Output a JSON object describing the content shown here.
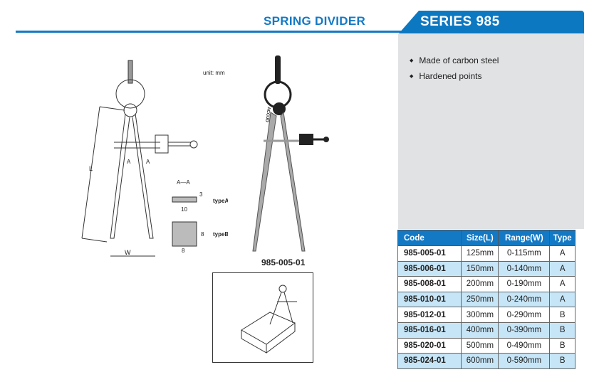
{
  "header": {
    "title": "SPRING DIVIDER",
    "series": "SERIES 985",
    "accent": "#1479c4"
  },
  "features": [
    "Made of carbon steel",
    "Hardened points"
  ],
  "drawing": {
    "unit": "unit: mm",
    "dim_L": "L",
    "dim_W": "W",
    "section_A": "A",
    "section_label": "A—A",
    "typeA": {
      "label": "typeA",
      "thickness": "3",
      "width": "10"
    },
    "typeB": {
      "label": "typeB",
      "height": "8",
      "width": "8"
    }
  },
  "photo": {
    "caption": "985-005-01",
    "engraving": "ACCUD"
  },
  "table": {
    "headers": [
      "Code",
      "Size(L)",
      "Range(W)",
      "Type"
    ],
    "rows": [
      [
        "985-005-01",
        "125mm",
        "0-115mm",
        "A"
      ],
      [
        "985-006-01",
        "150mm",
        "0-140mm",
        "A"
      ],
      [
        "985-008-01",
        "200mm",
        "0-190mm",
        "A"
      ],
      [
        "985-010-01",
        "250mm",
        "0-240mm",
        "A"
      ],
      [
        "985-012-01",
        "300mm",
        "0-290mm",
        "B"
      ],
      [
        "985-016-01",
        "400mm",
        "0-390mm",
        "B"
      ],
      [
        "985-020-01",
        "500mm",
        "0-490mm",
        "B"
      ],
      [
        "985-024-01",
        "600mm",
        "0-590mm",
        "B"
      ]
    ]
  }
}
